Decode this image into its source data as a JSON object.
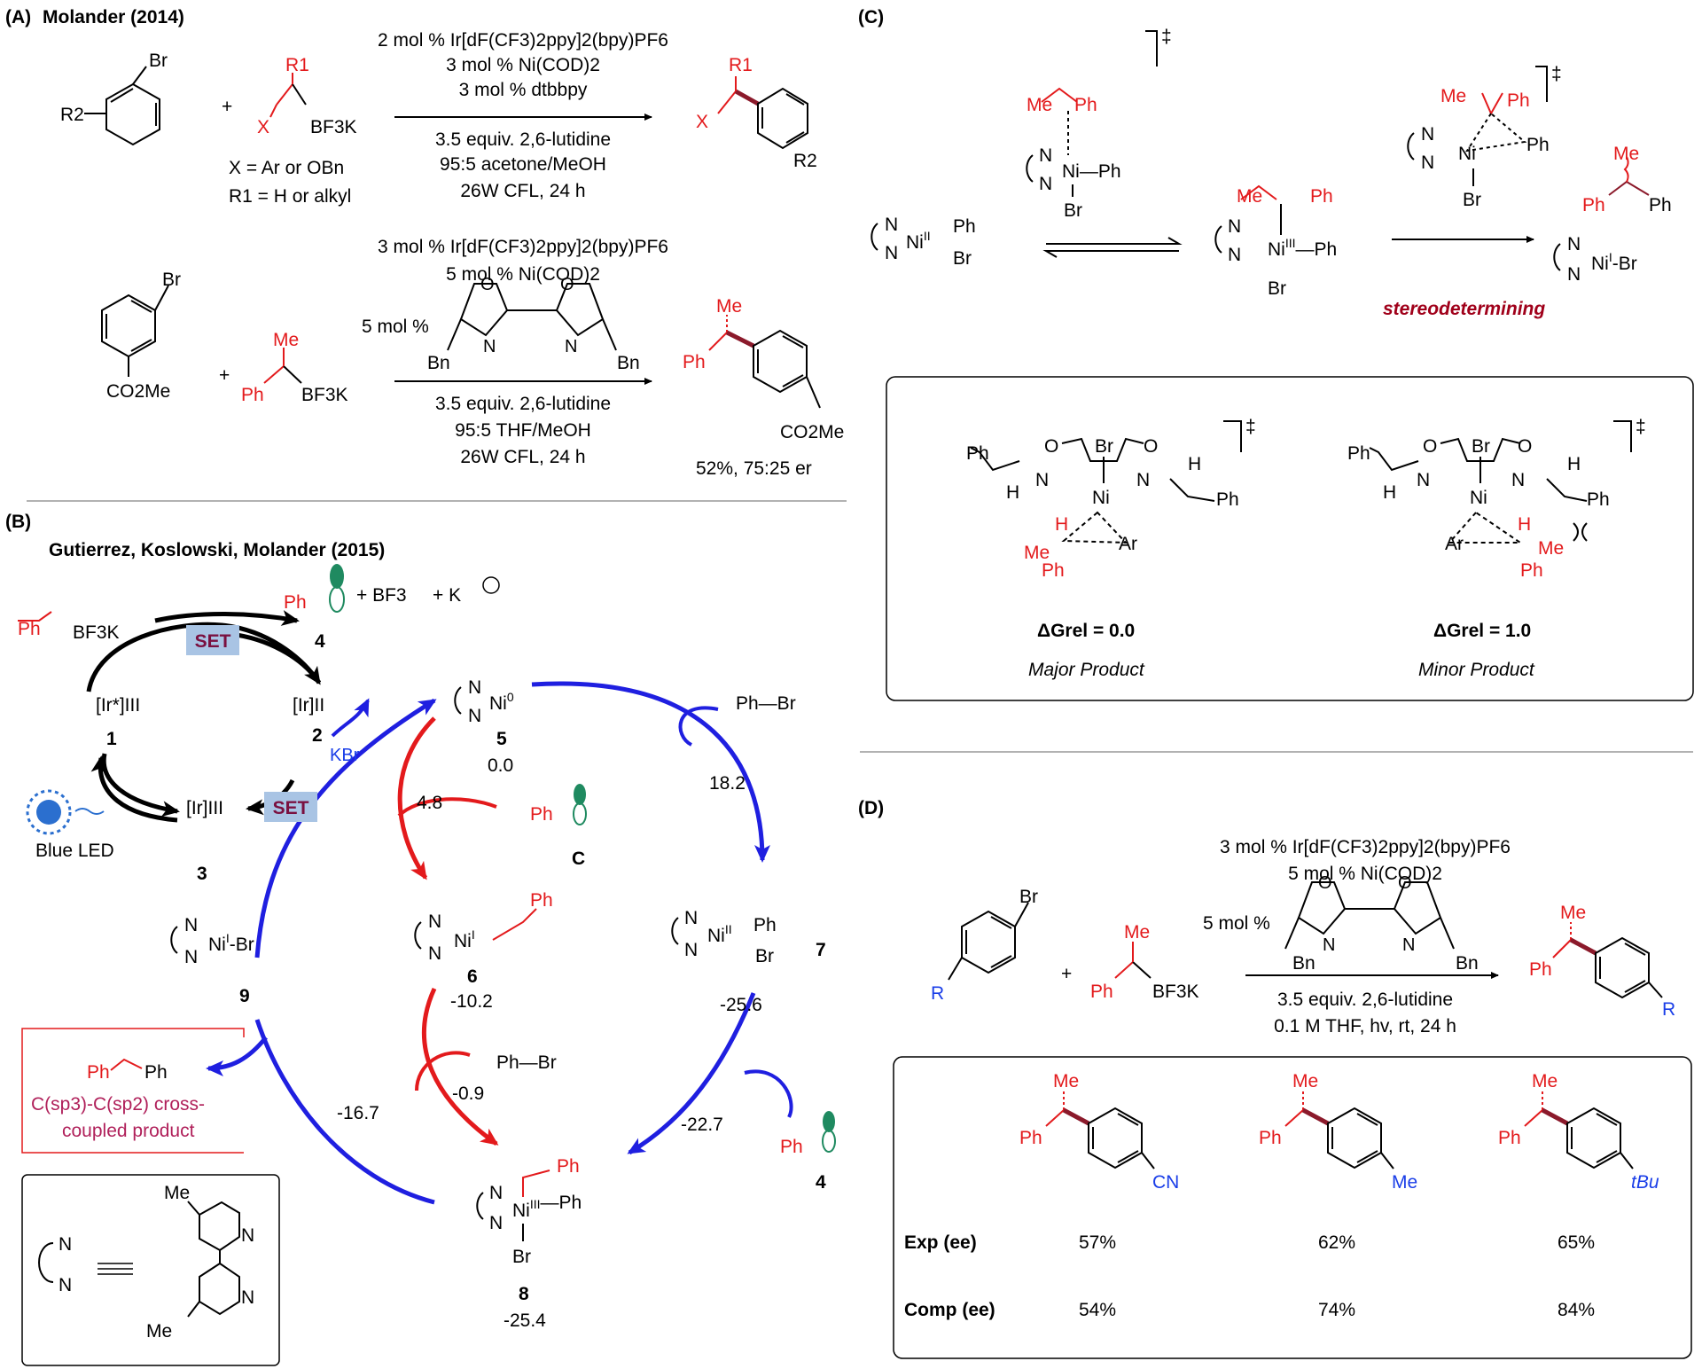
{
  "colors": {
    "red": "#e31a1c",
    "blue": "#1f1fe0",
    "maroon": "#8b1a2b",
    "darkred": "#a0001a",
    "black": "#000000",
    "set_box": "#a9c4e4",
    "set_text": "#7a1040",
    "blue_text": "#1a3ee8",
    "pink_text": "#b0205a"
  },
  "panelA": {
    "tag": "(A)",
    "title": "Molander (2014)",
    "r1": {
      "c1": "2 mol % Ir[dF(CF3)2ppy]2(bpy)PF6",
      "c2": "3 mol % Ni(COD)2",
      "c3": "3 mol % dtbbpy",
      "c4": "3.5 equiv. 2,6-lutidine",
      "c5": "95:5 acetone/MeOH",
      "c6": "26W CFL, 24 h",
      "plus": "+",
      "br": "Br",
      "r2": "R2",
      "r1lab": "R1",
      "x": "X",
      "bf3k": "BF3K",
      "scope1": "X = Ar or OBn",
      "scope2": "R1 = H or alkyl"
    },
    "r2": {
      "c1": "3 mol % Ir[dF(CF3)2ppy]2(bpy)PF6",
      "c2": "5 mol % Ni(COD)2",
      "c3": "5 mol %",
      "c4": "3.5 equiv. 2,6-lutidine",
      "c5": "95:5 THF/MeOH",
      "c6": "26W CFL, 24 h",
      "plus": "+",
      "br": "Br",
      "co2me": "CO2Me",
      "me": "Me",
      "ph": "Ph",
      "bf3k": "BF3K",
      "o": "O",
      "n": "N",
      "bn": "Bn",
      "result": "52%, 75:25 er"
    }
  },
  "panelB": {
    "tag": "(B)",
    "title": "Gutierrez, Koslowski, Molander (2015)",
    "set": "SET",
    "ir_star": "[Ir*]III",
    "ir2": "[Ir]II",
    "ir3": "[Ir]III",
    "n1": "1",
    "n2": "2",
    "n3": "3",
    "blue_led": "Blue LED",
    "kbr": "KBr",
    "phbf3k": "BF3K",
    "ph": "Ph",
    "bf3": "+ BF3",
    "k": "+ K",
    "n4": "4",
    "n5": "5",
    "e5": "0.0",
    "n6": "6",
    "e6": "-10.2",
    "n7": "7",
    "e7": "-25.6",
    "n8": "8",
    "e8": "-25.4",
    "n9": "9",
    "nc": "C",
    "phbr1": "Ph—Br",
    "phbr2": "Ph—Br",
    "b182": "18.2",
    "b48": "4.8",
    "bm09": "-0.9",
    "bm227": "-22.7",
    "bm167": "-16.7",
    "prod1": "C(sp3)-C(sp2) cross-",
    "prod2": "coupled product",
    "me": "Me",
    "n": "N",
    "br": "Br"
  },
  "panelC": {
    "tag": "(C)",
    "me": "Me",
    "ph": "Ph",
    "br": "Br",
    "n": "N",
    "stereo": "stereodetermining",
    "major_dg": "ΔGrel = 0.0",
    "minor_dg": "ΔGrel = 1.0",
    "major": "Major Product",
    "minor": "Minor Product",
    "h": "H",
    "ar": "Ar",
    "o": "O"
  },
  "panelD": {
    "tag": "(D)",
    "c1": "3 mol % Ir[dF(CF3)2ppy]2(bpy)PF6",
    "c2": "5 mol % Ni(COD)2",
    "c3": "5 mol %",
    "c4": "3.5 equiv. 2,6-lutidine",
    "c5": "0.1 M THF, hv, rt, 24 h",
    "plus": "+",
    "br": "Br",
    "r": "R",
    "me": "Me",
    "ph": "Ph",
    "bf3k": "BF3K",
    "bn": "Bn",
    "o": "O",
    "n": "N",
    "table": {
      "row_exp": "Exp (ee)",
      "row_comp": "Comp (ee)",
      "subs": [
        "CN",
        "Me",
        "tBu"
      ],
      "exp": [
        "57%",
        "62%",
        "65%"
      ],
      "comp": [
        "54%",
        "74%",
        "84%"
      ]
    }
  }
}
